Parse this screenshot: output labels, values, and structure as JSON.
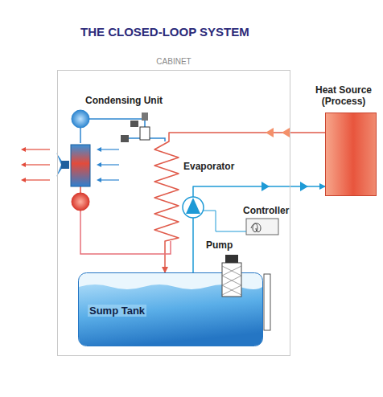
{
  "diagram": {
    "title": "THE CLOSED-LOOP SYSTEM",
    "nodes": [
      {
        "text": [
          "CABINET"
        ]
      },
      {
        "text": [
          "Heat Source (Process)"
        ]
      },
      {
        "text": [
          "Sump Tank"
        ],
        "in": 0
      }
    ],
    "edges": [
      {
        "from": 2,
        "to": 1,
        "arrow": "to"
      },
      {
        "from": 1,
        "to": 2,
        "arrow": "to"
      }
    ],
    "labels": [
      "Condensing Unit",
      "Evaporator",
      "Controller",
      "Pump"
    ]
  }
}
